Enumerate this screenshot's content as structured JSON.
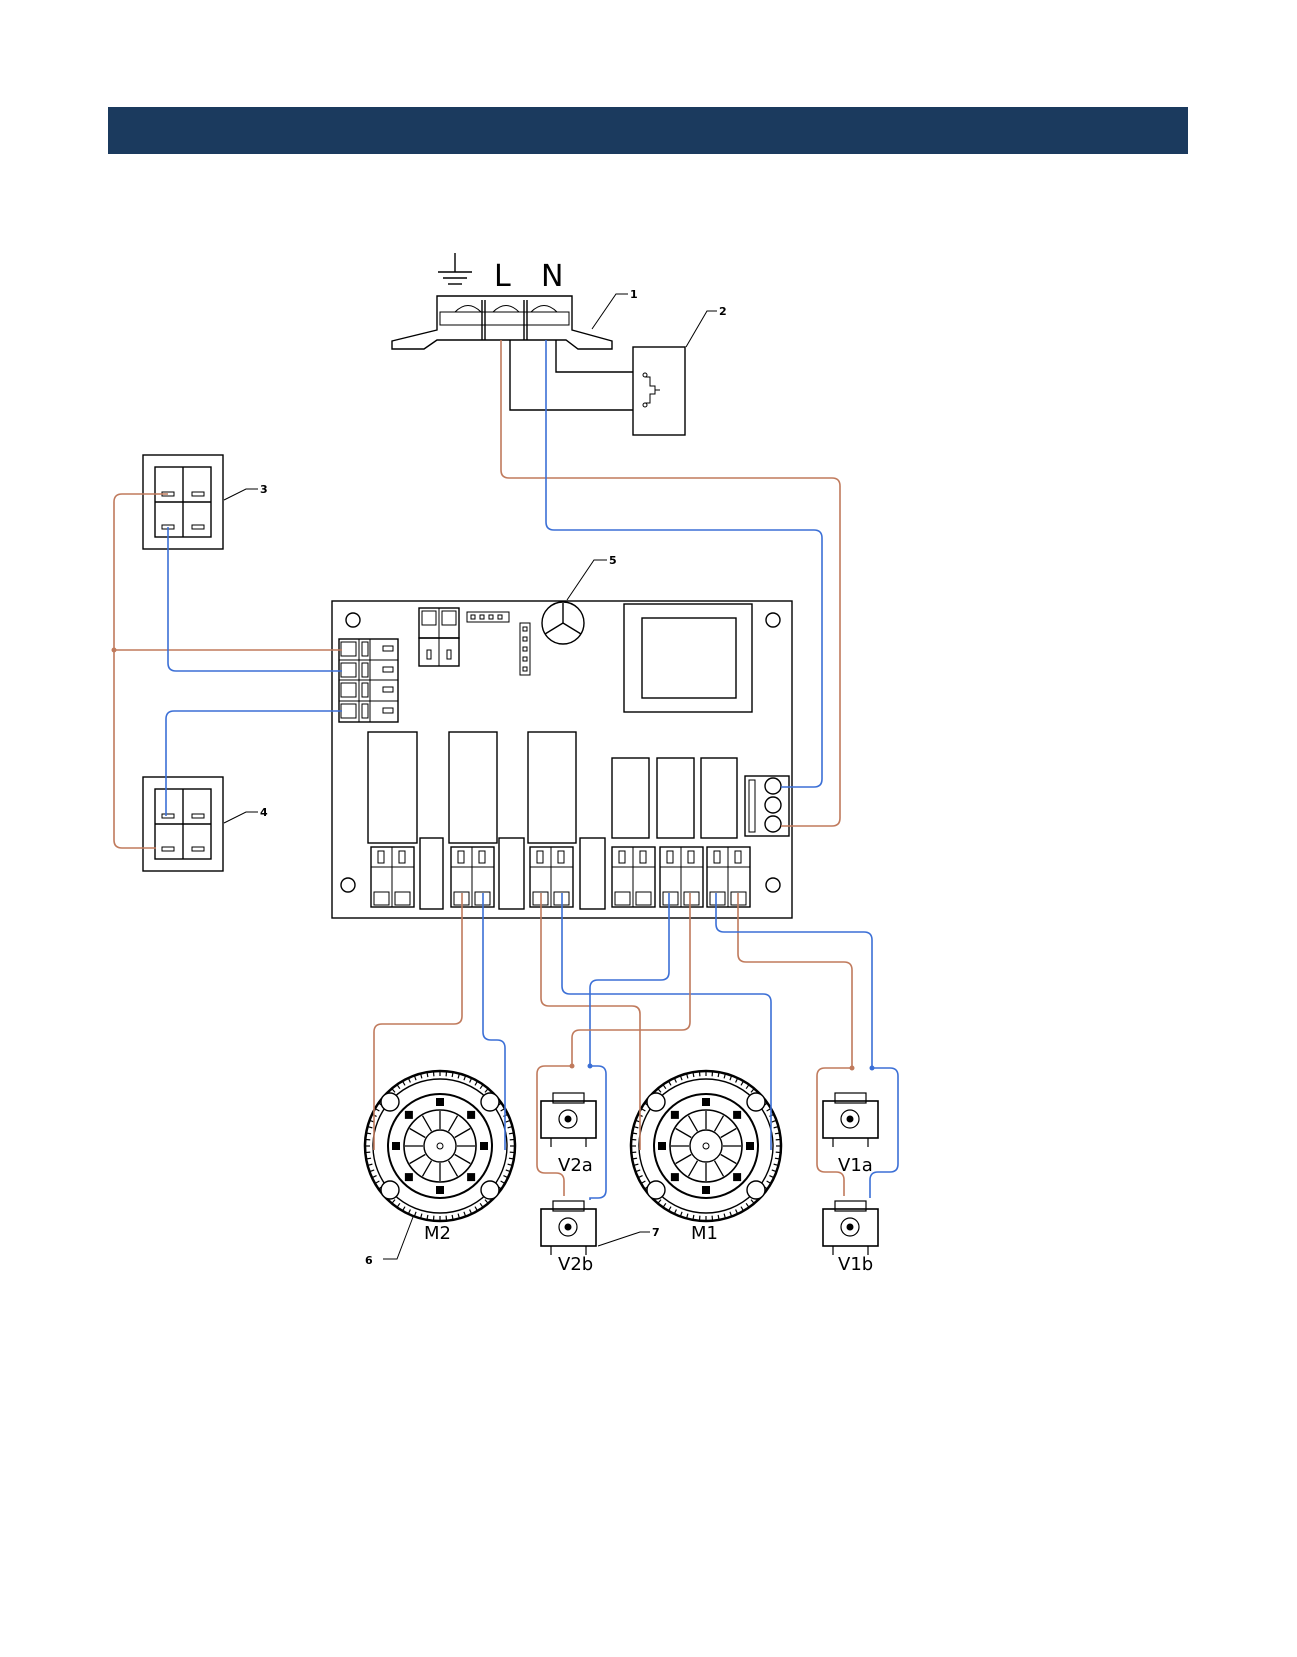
{
  "header": {
    "color": "#1b3a5e"
  },
  "colors": {
    "brown_wire": "#c07a5c",
    "blue_wire": "#3b6fd6"
  },
  "terminal_labels": {
    "earth": "earth-symbol",
    "live": "L",
    "neutral": "N"
  },
  "callouts": {
    "c1": "1",
    "c2": "2",
    "c3": "3",
    "c4": "4",
    "c5": "5",
    "c6": "6",
    "c7": "7"
  },
  "components": {
    "m1": "M1",
    "m2": "M2",
    "v1a": "V1a",
    "v1b": "V1b",
    "v2a": "V2a",
    "v2b": "V2b"
  }
}
